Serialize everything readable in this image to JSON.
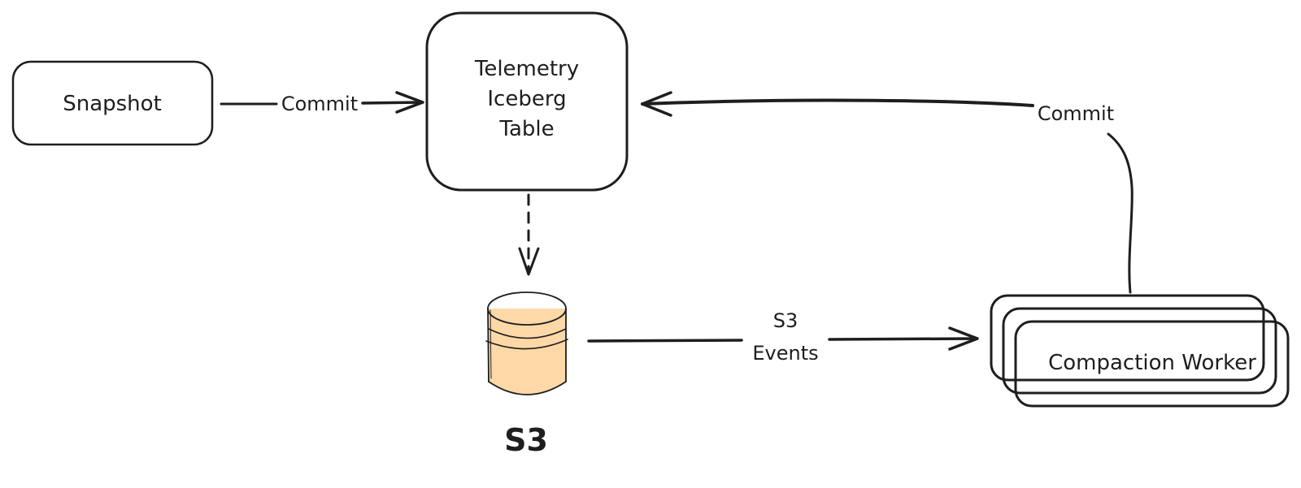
{
  "diagram": {
    "nodes": {
      "snapshot": {
        "label": "Snapshot",
        "fill": "#ffffff"
      },
      "iceberg_table": {
        "label_lines": [
          "Telemetry",
          "Iceberg",
          "Table"
        ],
        "fill": "#e7f5ff"
      },
      "s3": {
        "label": "S3",
        "fill": "#ffd8a8"
      },
      "compaction_worker": {
        "label": "Compaction Worker",
        "fill": "#ffffff"
      }
    },
    "edges": {
      "snapshot_to_table": {
        "label": "Commit",
        "style": "solid"
      },
      "table_to_s3": {
        "label": "",
        "style": "dashed"
      },
      "s3_to_worker": {
        "label_lines": [
          "S3",
          "Events"
        ],
        "style": "solid"
      },
      "worker_to_table": {
        "label": "Commit",
        "style": "solid"
      }
    }
  }
}
